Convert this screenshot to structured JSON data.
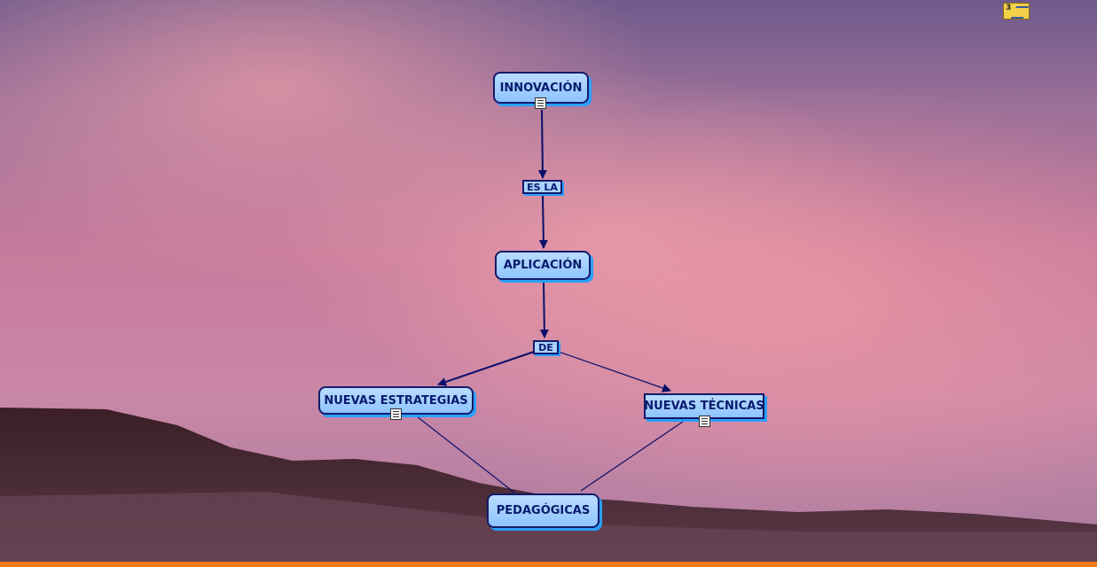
{
  "concept_map": {
    "nodes": {
      "innovacion": "INNOVACIÓN",
      "aplicacion": "APLICACIÓN",
      "nuevas_estrategias": "NUEVAS ESTRATEGIAS",
      "nuevas_tecnicas": "NUEVAS TÉCNICAS",
      "pedagogicas": "PEDAGÓGICAS"
    },
    "linking_phrases": {
      "es_la": "ES LA",
      "de": "DE"
    }
  },
  "note_badge": {
    "count": "3"
  },
  "colors": {
    "node_fill": "#9fd0ff",
    "node_border": "#141a6a",
    "node_shadow": "#2aa0ff",
    "text": "#0a1a6e",
    "bottom_bar": "#f07a1c"
  }
}
